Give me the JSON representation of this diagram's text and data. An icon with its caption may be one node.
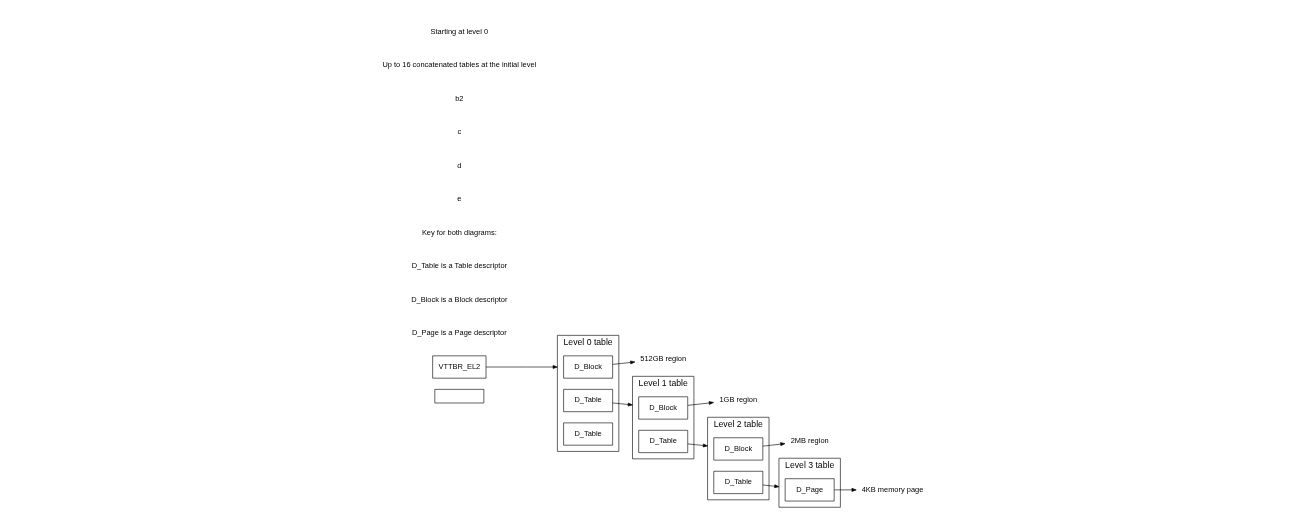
{
  "diagram": {
    "nodes": [
      {
        "text": [],
        "shape": "box"
      },
      {
        "text": [
          "Level 0 table"
        ]
      },
      {
        "text": [
          "D_Block"
        ],
        "in": 1
      },
      {
        "text": [
          "D_Table"
        ],
        "in": 1
      },
      {
        "text": [
          "D_Table"
        ],
        "in": 1
      },
      {
        "text": [
          "Level 1 table"
        ]
      },
      {
        "text": [
          "D_Block"
        ],
        "in": 5
      },
      {
        "text": [
          "D_Table"
        ],
        "in": 5
      },
      {
        "text": [
          "Level 2 table"
        ]
      },
      {
        "text": [
          "D_Block"
        ],
        "in": 8
      },
      {
        "text": [
          "D_Table"
        ],
        "in": 8
      },
      {
        "text": [
          "Level 3 table"
        ]
      },
      {
        "text": [
          "D_Page"
        ],
        "in": 11
      },
      {
        "text": [
          "512GB region"
        ]
      },
      {
        "text": [
          "1GB region"
        ]
      },
      {
        "text": [
          "2MB region"
        ]
      },
      {
        "text": [
          "4KB memory page"
        ]
      },
      {
        "text": [
          "VTTBR_EL2"
        ]
      }
    ],
    "edges": [
      {
        "from": 17,
        "to": 1,
        "arrow": "to"
      },
      {
        "from": 2,
        "to": 13,
        "arrow": "to"
      },
      {
        "from": 3,
        "to": 5,
        "arrow": "to"
      },
      {
        "from": 6,
        "to": 14,
        "arrow": "to"
      },
      {
        "from": 7,
        "to": 8,
        "arrow": "to"
      },
      {
        "from": 9,
        "to": 15,
        "arrow": "to"
      },
      {
        "from": 10,
        "to": 11,
        "arrow": "to"
      },
      {
        "from": 12,
        "to": 16,
        "arrow": "to"
      }
    ],
    "labels": [
      "Starting at level 0",
      "Up to 16 concatenated tables at the initial level",
      "b2",
      "c",
      "d",
      "e",
      "Key for both diagrams:",
      "D_Table is a Table descriptor",
      "D_Block is a Block descriptor",
      "D_Page is a Page descriptor"
    ]
  }
}
